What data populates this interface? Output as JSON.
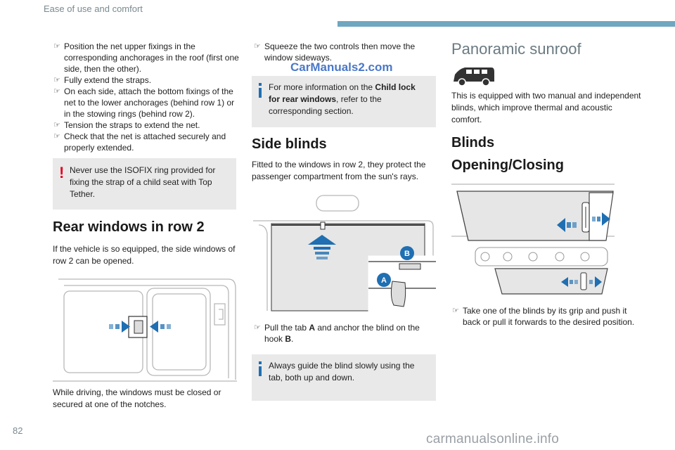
{
  "header": {
    "section": "Ease of use and comfort"
  },
  "page_number": "82",
  "footer_url": "carmanualsonline.info",
  "watermark": "CarManuals2.com",
  "col1": {
    "bullets": [
      "Position the net upper fixings in the corresponding anchorages in the roof (first one side, then the other).",
      "Fully extend the straps.",
      "On each side, attach the bottom fixings of the net to the lower anchorages (behind row 1) or in the stowing rings (behind row 2).",
      "Tension the straps to extend the net.",
      "Check that the net is attached securely and properly extended."
    ],
    "warning": "Never use the ISOFIX ring provided for fixing the strap of a child seat with Top Tether.",
    "heading": "Rear windows in row 2",
    "intro": "If the vehicle is so equipped, the side windows of row 2 can be opened.",
    "closing": "While driving, the windows must be closed or secured at one of the notches."
  },
  "col2": {
    "bullet": "Squeeze the two controls then move the window sideways.",
    "info_prefix": "For more information on the ",
    "info_bold": "Child lock for rear windows",
    "info_suffix": ", refer to the corresponding section.",
    "heading": "Side blinds",
    "intro": "Fitted to the windows in row 2, they protect the passenger compartment from the sun's rays.",
    "label_a": "A",
    "label_b": "B",
    "step_pre": "Pull the tab ",
    "step_a": "A",
    "step_mid": " and anchor the blind on the hook ",
    "step_b": "B",
    "step_end": ".",
    "tip": "Always guide the blind slowly using the tab, both up and down."
  },
  "col3": {
    "title": "Panoramic sunroof",
    "intro": "This is equipped with two manual and independent blinds, which improve thermal and acoustic comfort.",
    "heading1": "Blinds",
    "heading2": "Opening/Closing",
    "bullet": "Take one of the blinds by its grip and push it back or pull it forwards to the desired position."
  },
  "colors": {
    "accent": "#6fa6c0",
    "warning": "#e3001b",
    "info": "#1f6fb2",
    "arrow": "#1f6fb2",
    "box": "#e9e9e9"
  },
  "icons": {
    "bullet": "pointing-finger-icon",
    "warning": "exclamation-icon",
    "info": "info-i-icon"
  }
}
